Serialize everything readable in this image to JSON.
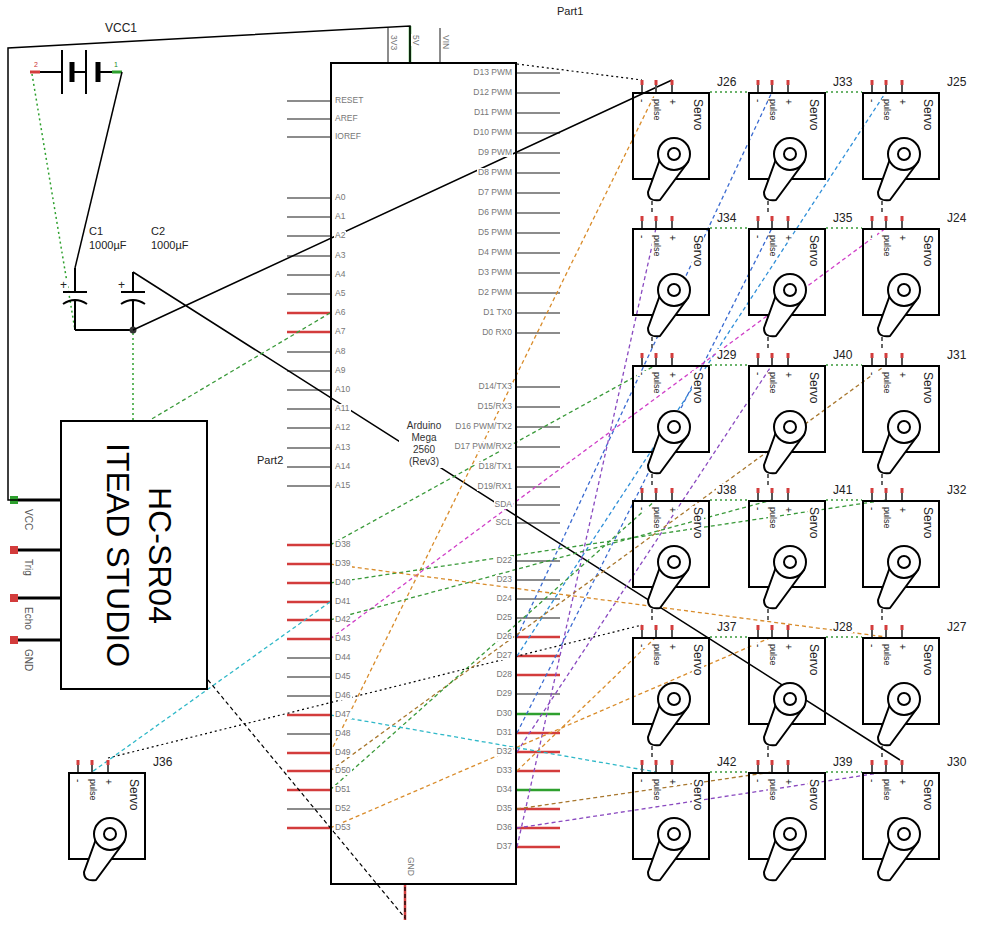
{
  "diagram": {
    "nodes": [
      {
        "text": [
          "Arduino Mega 2560 (Rev3)"
        ]
      },
      {
        "text": [
          "HC-SR04",
          "ITEAD STUDIO"
        ]
      },
      {
        "text": [
          "-",
          "pulse",
          "+",
          "Servo"
        ]
      },
      {
        "text": [
          "-",
          "pulse",
          "+",
          "Servo"
        ]
      },
      {
        "text": [
          "-",
          "pulse",
          "+",
          "Servo"
        ]
      },
      {
        "text": [
          "-",
          "pulse",
          "+",
          "Servo"
        ]
      },
      {
        "text": [
          "-",
          "pulse",
          "+",
          "Servo"
        ]
      },
      {
        "text": [
          "-",
          "pulse",
          "+",
          "Servo"
        ]
      },
      {
        "text": [
          "-",
          "pulse",
          "+",
          "Servo"
        ]
      },
      {
        "text": [
          "-",
          "pulse",
          "+",
          "Servo"
        ]
      },
      {
        "text": [
          "-",
          "pulse",
          "+",
          "Servo"
        ]
      },
      {
        "text": [
          "-",
          "pulse",
          "+",
          "Servo"
        ]
      },
      {
        "text": [
          "-",
          "pulse",
          "+",
          "Servo"
        ]
      },
      {
        "text": [
          "-",
          "pulse",
          "+",
          "Servo"
        ]
      },
      {
        "text": [
          "-",
          "pulse",
          "+",
          "Servo"
        ]
      },
      {
        "text": [
          "-",
          "pulse",
          "+",
          "Servo"
        ]
      },
      {
        "text": [
          "-",
          "pulse",
          "+",
          "Servo"
        ]
      },
      {
        "text": [
          "-",
          "pulse",
          "+",
          "Servo"
        ]
      },
      {
        "text": [
          "-",
          "pulse",
          "+",
          "Servo"
        ]
      },
      {
        "text": [
          "-",
          "pulse",
          "+",
          "Servo"
        ]
      },
      {
        "text": [
          "-",
          "pulse",
          "+",
          "Servo"
        ]
      }
    ],
    "edges": [
      {
        "from": 0,
        "to": 2,
        "arrow": "none"
      },
      {
        "from": 0,
        "to": 3,
        "arrow": "none"
      },
      {
        "from": 0,
        "to": 4,
        "arrow": "none"
      },
      {
        "from": 0,
        "to": 5,
        "arrow": "none"
      },
      {
        "from": 0,
        "to": 6,
        "arrow": "none"
      },
      {
        "from": 0,
        "to": 7,
        "arrow": "none"
      },
      {
        "from": 0,
        "to": 8,
        "arrow": "none"
      },
      {
        "from": 0,
        "to": 9,
        "arrow": "none"
      },
      {
        "from": 0,
        "to": 10,
        "arrow": "none"
      },
      {
        "from": 0,
        "to": 11,
        "arrow": "none"
      },
      {
        "from": 0,
        "to": 12,
        "arrow": "none"
      },
      {
        "from": 0,
        "to": 13,
        "arrow": "none"
      },
      {
        "from": 0,
        "to": 14,
        "arrow": "none"
      },
      {
        "from": 0,
        "to": 15,
        "arrow": "none"
      },
      {
        "from": 0,
        "to": 16,
        "arrow": "none"
      },
      {
        "from": 0,
        "to": 17,
        "arrow": "none"
      },
      {
        "from": 0,
        "to": 18,
        "arrow": "none"
      },
      {
        "from": 0,
        "to": 19,
        "arrow": "none"
      },
      {
        "from": 0,
        "to": 20,
        "arrow": "none"
      },
      {
        "from": 2,
        "to": 3,
        "arrow": "none"
      },
      {
        "from": 3,
        "to": 4,
        "arrow": "none"
      },
      {
        "from": 5,
        "to": 6,
        "arrow": "none"
      },
      {
        "from": 6,
        "to": 7,
        "arrow": "none"
      },
      {
        "from": 8,
        "to": 9,
        "arrow": "none"
      },
      {
        "from": 9,
        "to": 10,
        "arrow": "none"
      },
      {
        "from": 11,
        "to": 12,
        "arrow": "none"
      },
      {
        "from": 12,
        "to": 13,
        "arrow": "none"
      },
      {
        "from": 14,
        "to": 15,
        "arrow": "none"
      },
      {
        "from": 15,
        "to": 16,
        "arrow": "none"
      },
      {
        "from": 17,
        "to": 18,
        "arrow": "none"
      },
      {
        "from": 18,
        "to": 19,
        "arrow": "none"
      },
      {
        "from": 1,
        "to": 0,
        "arrow": "none"
      },
      {
        "from": 1,
        "to": 0,
        "arrow": "none"
      },
      {
        "from": 0,
        "to": 1,
        "arrow": "none"
      }
    ],
    "labels": [
      "Part1",
      "VCC1",
      "2",
      "1",
      "C1",
      "1000µF",
      "C2",
      "1000µF",
      "Part2",
      "3V3",
      "5V",
      "VIN",
      "RESET",
      "AREF",
      "IOREF",
      "A0",
      "A1",
      "A2",
      "A3",
      "A4",
      "A5",
      "A6",
      "A7",
      "A8",
      "A9",
      "A10",
      "A11",
      "A12",
      "A13",
      "A14",
      "A15",
      "D38",
      "D39",
      "D40",
      "D41",
      "D42",
      "D43",
      "D44",
      "D45",
      "D46",
      "D47",
      "D48",
      "D49",
      "D50",
      "D51",
      "D52",
      "D53",
      "D13 PWM",
      "D12 PWM",
      "D11 PWM",
      "D10 PWM",
      "D9 PWM",
      "D8 PWM",
      "D7 PWM",
      "D6 PWM",
      "D5 PWM",
      "D4 PWM",
      "D3 PWM",
      "D2 PWM",
      "D1 TX0",
      "D0 RX0",
      "D14/TX3",
      "D15/RX3",
      "D16 PWM/TX2",
      "D17 PWM/RX2",
      "D18/TX1",
      "D19/RX1",
      "SDA",
      "SCL",
      "D22",
      "D23",
      "D24",
      "D25",
      "D26",
      "D27",
      "D28",
      "D29",
      "D30",
      "D31",
      "D32",
      "D33",
      "D34",
      "D35",
      "D36",
      "D37",
      "GND",
      "VCC",
      "Trig",
      "Echo",
      "GND",
      "J26",
      "J33",
      "J25",
      "J34",
      "J35",
      "J24",
      "J29",
      "J40",
      "J31",
      "J38",
      "J41",
      "J32",
      "J37",
      "J28",
      "J27",
      "J36",
      "J42",
      "J39",
      "J30",
      "+",
      "+"
    ]
  }
}
